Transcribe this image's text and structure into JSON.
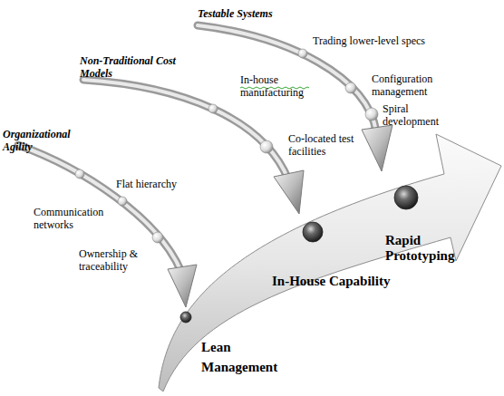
{
  "diagram": {
    "labels": [
      "Testable Systems",
      "Trading lower-level specs",
      "Non-Traditional Cost Models",
      "In-house manufacturing",
      "Configuration management",
      "Spiral development",
      "Co-located test facilities",
      "Organizational Agility",
      "Flat hierarchy",
      "Communication networks",
      "Ownership & traceability",
      "Rapid Prototyping",
      "In-House Capability",
      "Lean Management"
    ]
  }
}
